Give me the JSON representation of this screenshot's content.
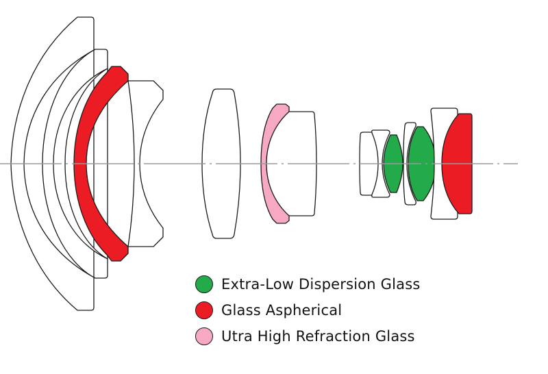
{
  "diagram": {
    "title": "Lens construction diagram",
    "colors": {
      "outline": "#1a1a1a",
      "plain_glass": "#ffffff",
      "axis": "#9a9a9a"
    },
    "groups": [
      {
        "id": "front-group",
        "elements": [
          {
            "id": "el-1",
            "type": "plain"
          },
          {
            "id": "el-2",
            "type": "plain"
          },
          {
            "id": "el-3",
            "type": "plain"
          },
          {
            "id": "el-4",
            "type": "aspherical"
          },
          {
            "id": "el-5",
            "type": "plain"
          }
        ]
      },
      {
        "id": "middle-group",
        "elements": [
          {
            "id": "el-6",
            "type": "plain"
          },
          {
            "id": "el-7",
            "type": "uhr"
          },
          {
            "id": "el-8",
            "type": "plain"
          }
        ]
      },
      {
        "id": "rear-group",
        "elements": [
          {
            "id": "el-9",
            "type": "plain"
          },
          {
            "id": "el-10",
            "type": "plain"
          },
          {
            "id": "el-11",
            "type": "ed"
          },
          {
            "id": "el-12",
            "type": "plain"
          },
          {
            "id": "el-13",
            "type": "ed"
          },
          {
            "id": "el-14",
            "type": "plain"
          },
          {
            "id": "el-15",
            "type": "aspherical"
          }
        ]
      }
    ]
  },
  "legend": {
    "items": [
      {
        "key": "ed",
        "label": "Extra-Low Dispersion Glass",
        "color": "#22aa4b"
      },
      {
        "key": "aspherical",
        "label": "Glass Aspherical",
        "color": "#ec1c24"
      },
      {
        "key": "uhr",
        "label": "Utra High Refraction Glass",
        "color": "#f7a8c2"
      }
    ]
  }
}
